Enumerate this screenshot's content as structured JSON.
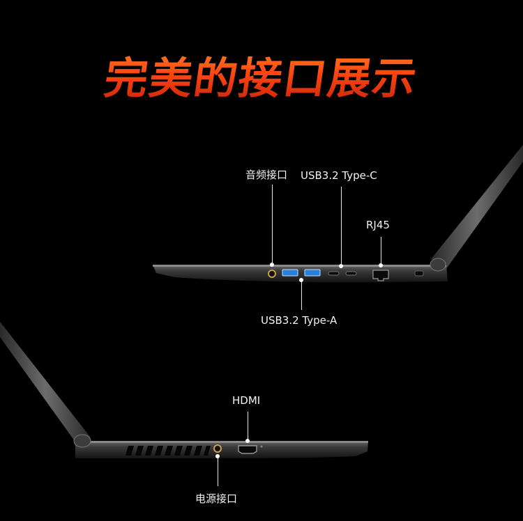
{
  "title": "完美的接口展示",
  "ports": {
    "audio": "音频接口",
    "usb_c": "USB3.2 Type-C",
    "rj45": "RJ45",
    "usb_a": "USB3.2 Type-A",
    "hdmi": "HDMI",
    "power": "电源接口"
  },
  "colors": {
    "background": "#000000",
    "title_top": "#ff8a2a",
    "title_bottom": "#c8200a",
    "usb_blue": "#2a7fd8"
  }
}
